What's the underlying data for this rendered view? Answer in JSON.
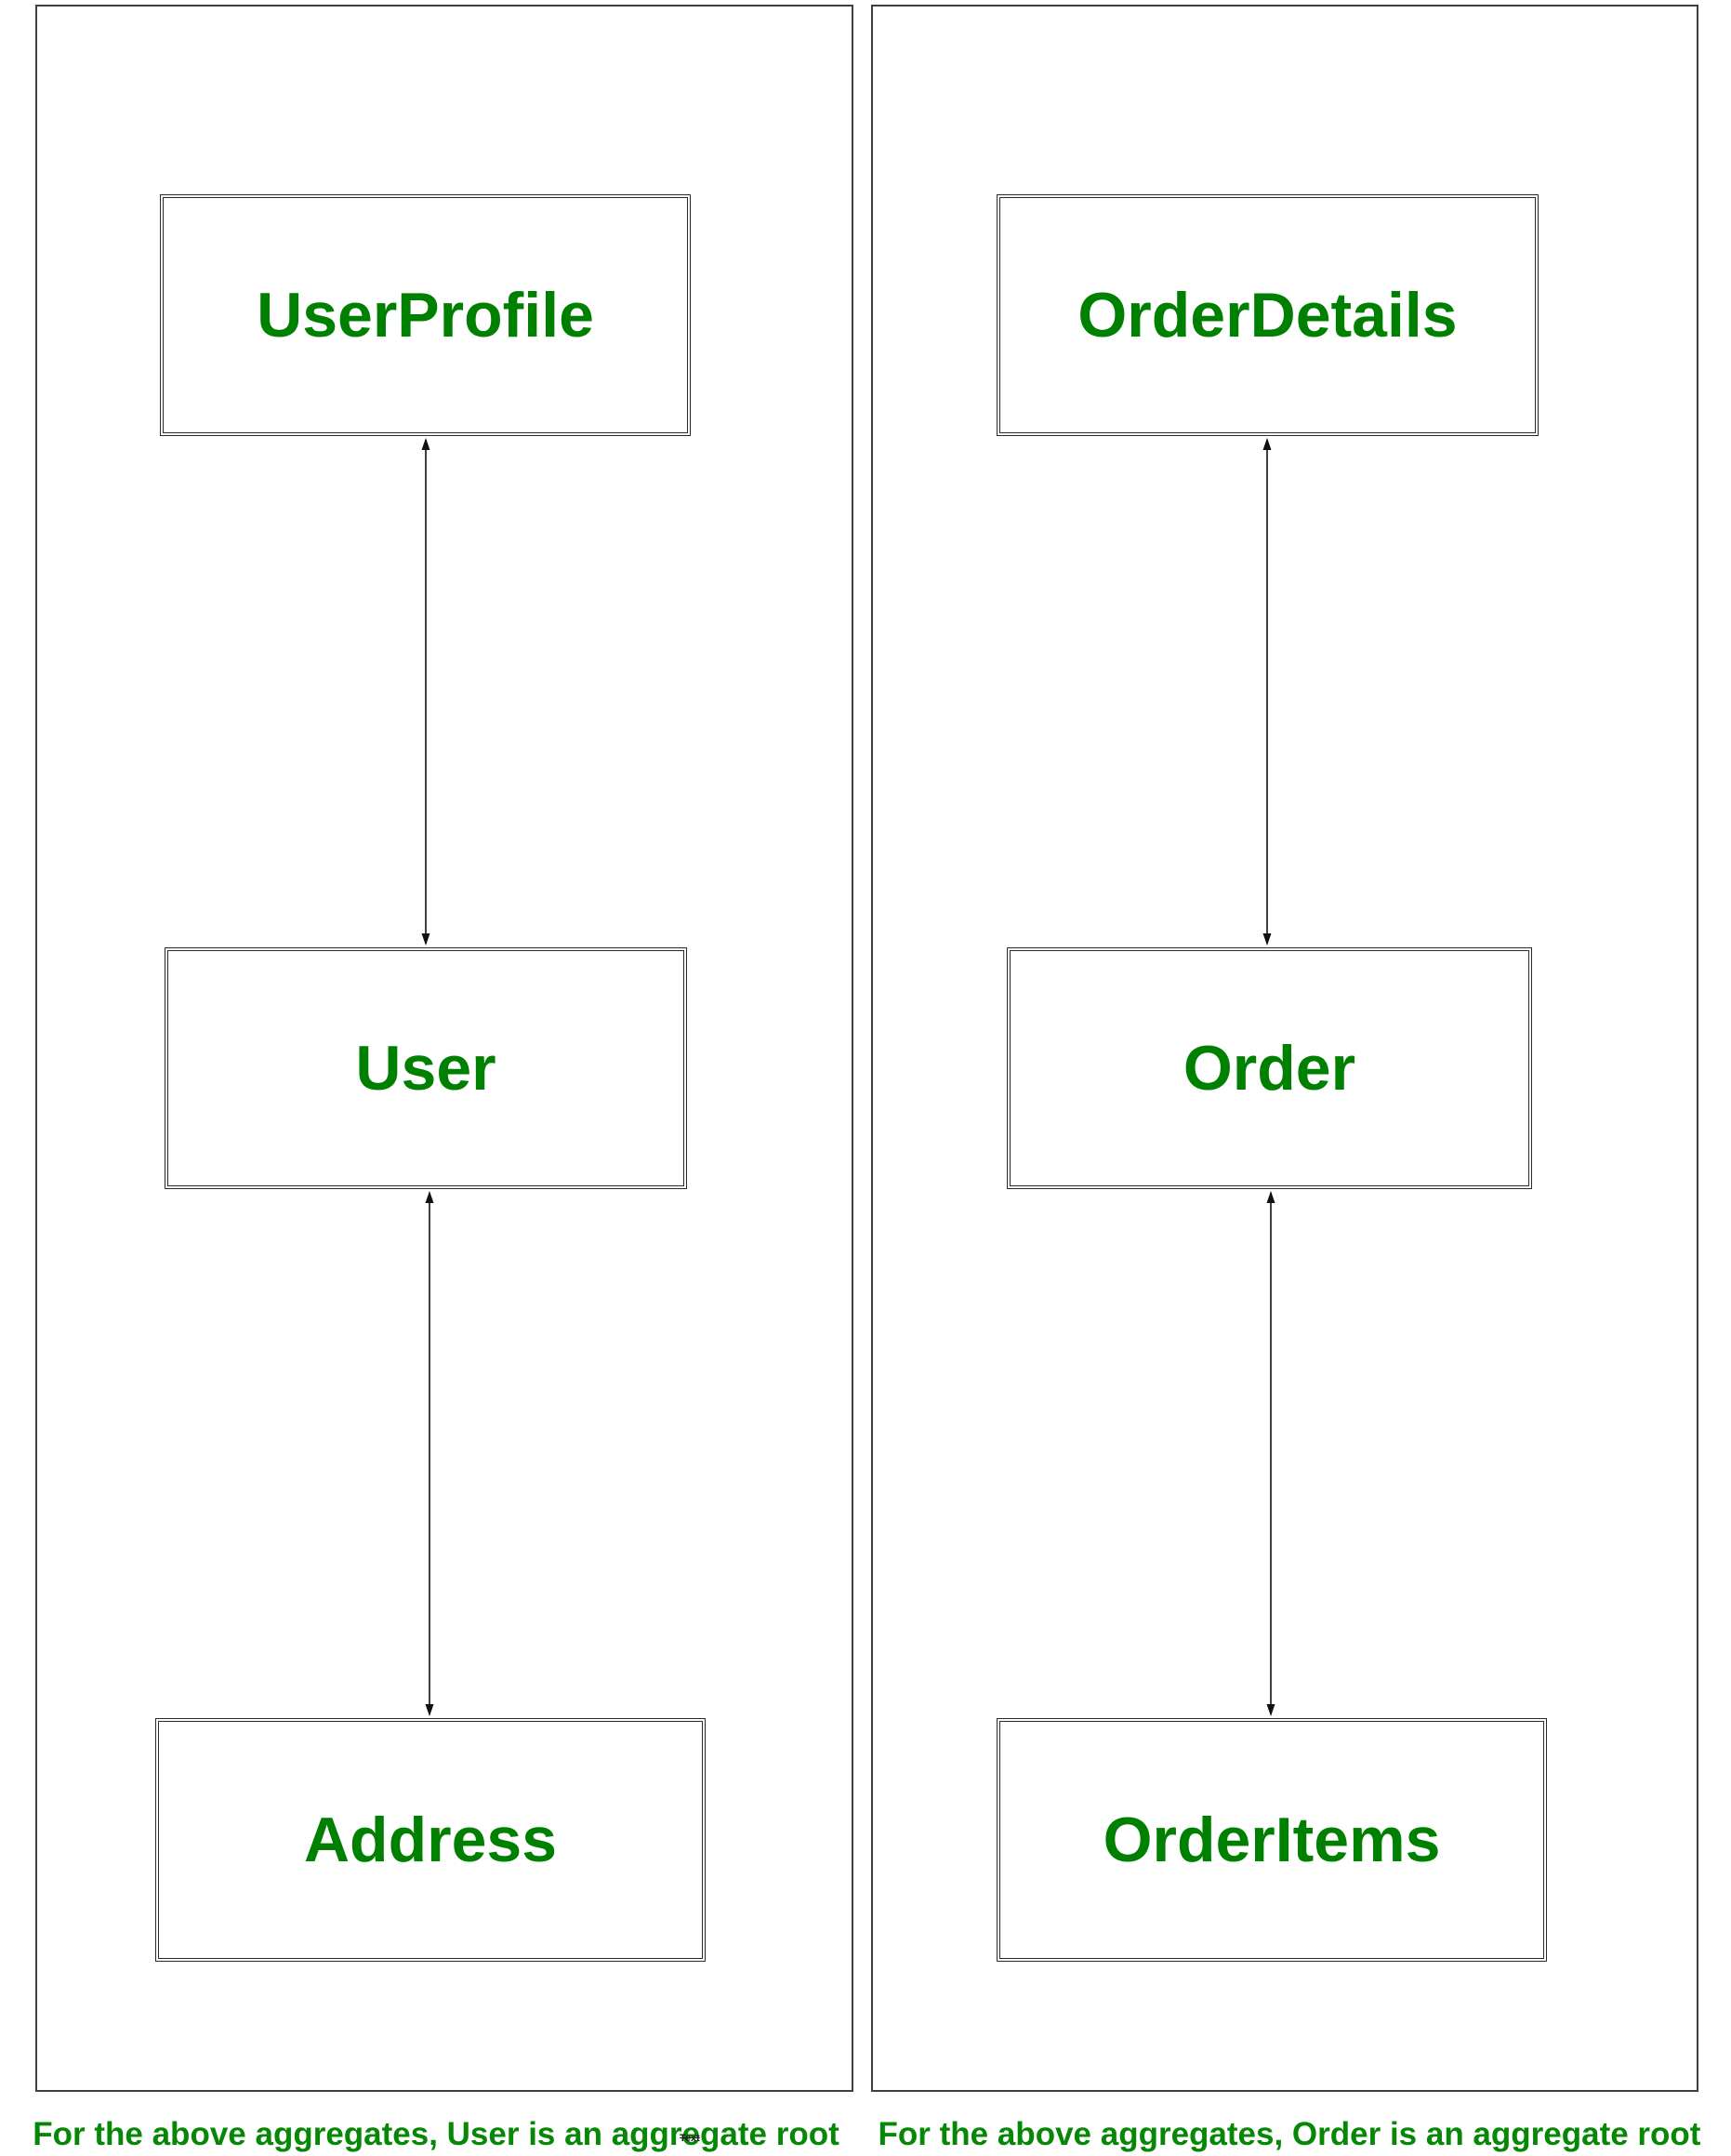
{
  "diagram": {
    "panels": [
      {
        "name": "user-aggregate",
        "boxes": [
          {
            "label": "UserProfile"
          },
          {
            "label": "User"
          },
          {
            "label": "Address"
          }
        ],
        "caption": "For the above aggregates, User is an aggregate root"
      },
      {
        "name": "order-aggregate",
        "boxes": [
          {
            "label": "OrderDetails"
          },
          {
            "label": "Order"
          },
          {
            "label": "OrderItems"
          }
        ],
        "caption": "For the above aggregates, Order is an aggregate root"
      }
    ],
    "artifact_text": "Text",
    "colors": {
      "label_green": "#008000",
      "caption_green": "#068806",
      "box_border": "#2b2b2b",
      "panel_border": "#3f3f3f",
      "arrow_black": "#111111"
    }
  }
}
